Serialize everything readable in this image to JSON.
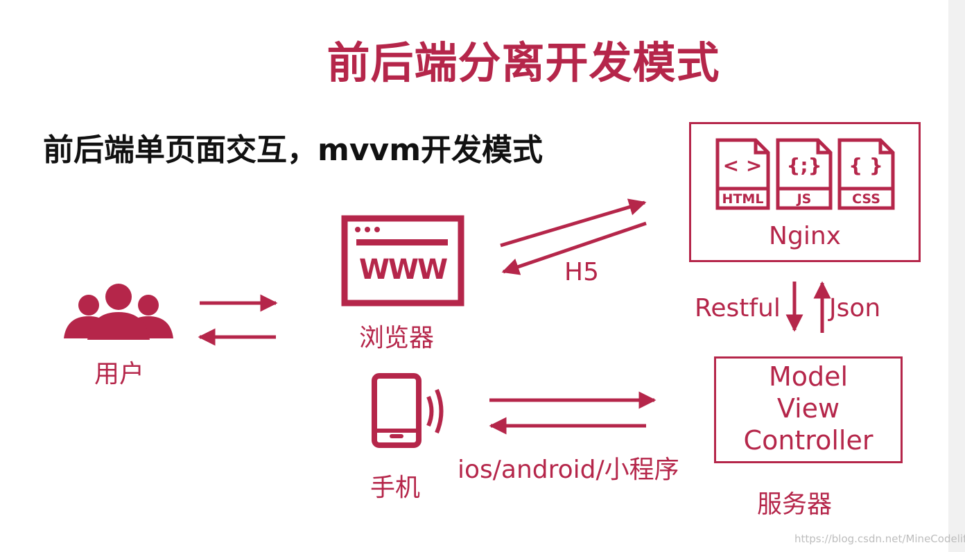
{
  "title": "前后端分离开发模式",
  "subtitle": "前后端单页面交互，mvvm开发模式",
  "nodes": {
    "user": "用户",
    "browser": "浏览器",
    "browser_icon_text": "WWW",
    "phone": "手机",
    "nginx": "Nginx",
    "server": "服务器",
    "mvc": [
      "Model",
      "View",
      "Controller"
    ]
  },
  "file_icons": [
    "HTML",
    "JS",
    "CSS"
  ],
  "file_icon_glyphs": [
    "< >",
    "{;}",
    "{ }"
  ],
  "edge_labels": {
    "h5": "H5",
    "restful": "Restful",
    "json": "Json",
    "mobile": "ios/android/小程序"
  },
  "watermark": "https://blog.csdn.net/MineCodelife",
  "colors": {
    "accent": "#b5264a",
    "text": "#111111"
  }
}
